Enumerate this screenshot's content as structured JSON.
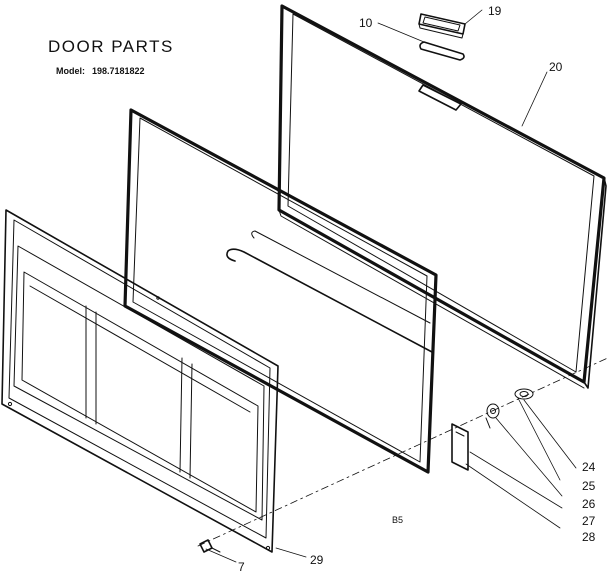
{
  "header": {
    "title": "DOOR PARTS",
    "model_label": "Model:",
    "model_number": "198.7181822"
  },
  "callouts": [
    {
      "id": "c10",
      "label": "10"
    },
    {
      "id": "c19",
      "label": "19"
    },
    {
      "id": "c20",
      "label": "20"
    },
    {
      "id": "c24",
      "label": "24"
    },
    {
      "id": "c25",
      "label": "25"
    },
    {
      "id": "c26",
      "label": "26"
    },
    {
      "id": "c27",
      "label": "27"
    },
    {
      "id": "c28",
      "label": "28"
    },
    {
      "id": "c29",
      "label": "29"
    },
    {
      "id": "c7",
      "label": "7"
    }
  ],
  "figure_code": "B5"
}
